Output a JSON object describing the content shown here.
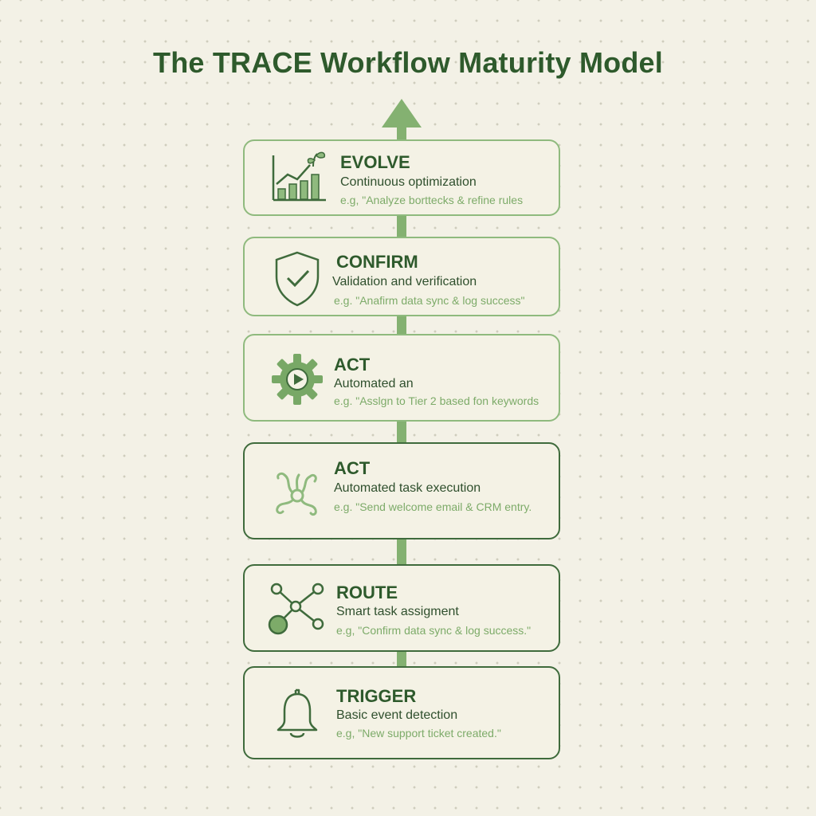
{
  "title": "The TRACE Workflow Maturity Model",
  "stages": [
    {
      "title": "EVOLVE",
      "subtitle": "Continuous optimization",
      "example": "e.g, \"Analyze borttecks & refine rules",
      "icon": "growth-chart-icon"
    },
    {
      "title": "CONFIRM",
      "subtitle": "Validation and verification",
      "example": "e.g. \"Anafirm data sync & log success\"",
      "icon": "shield-check-icon"
    },
    {
      "title": "ACT",
      "subtitle": "Automated an",
      "example": "e.g. \"Asslgn to Tier 2 based fon keywords",
      "icon": "gear-play-icon"
    },
    {
      "title": "ACT",
      "subtitle": "Automated task execution",
      "example": "e.g. \"Send welcome email & CRM entry.",
      "icon": "network-nodes-icon"
    },
    {
      "title": "ROUTE",
      "subtitle": "Smart task assigment",
      "example": "e.g, \"Confirm data sync & log success.\"",
      "icon": "route-nodes-icon"
    },
    {
      "title": "TRIGGER",
      "subtitle": "Basic event detection",
      "example": "e.g, \"New support ticket created.\"",
      "icon": "bell-icon"
    }
  ],
  "colors": {
    "background": "#f3f1e6",
    "title": "#2e5a2c",
    "accent": "#84b171",
    "dark_border": "#3f6b3c"
  }
}
